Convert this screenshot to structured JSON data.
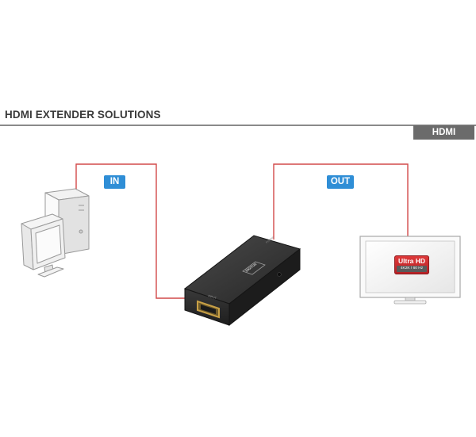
{
  "header": {
    "title": "HDMI EXTENDER SOLUTIONS",
    "category_tab": "HDMI"
  },
  "labels": {
    "in": "IN",
    "out": "OUT"
  },
  "tv_badge": {
    "title": "Ultra HD",
    "subtitle": "4K2K / 60 Hz"
  },
  "device": {
    "port_label": "INPUT",
    "logo": "DIGITUS",
    "power_label": "POWER"
  },
  "colors": {
    "cable": "#d24a4a",
    "badge_blue": "#2f8ed6",
    "tab_gray": "#6b6b6b",
    "device_body": "#2c2c2c",
    "port_gold": "#c8a046"
  },
  "icons": {
    "source": "desktop-computer-icon",
    "extender": "hdmi-extender-icon",
    "display": "tv-monitor-icon"
  }
}
